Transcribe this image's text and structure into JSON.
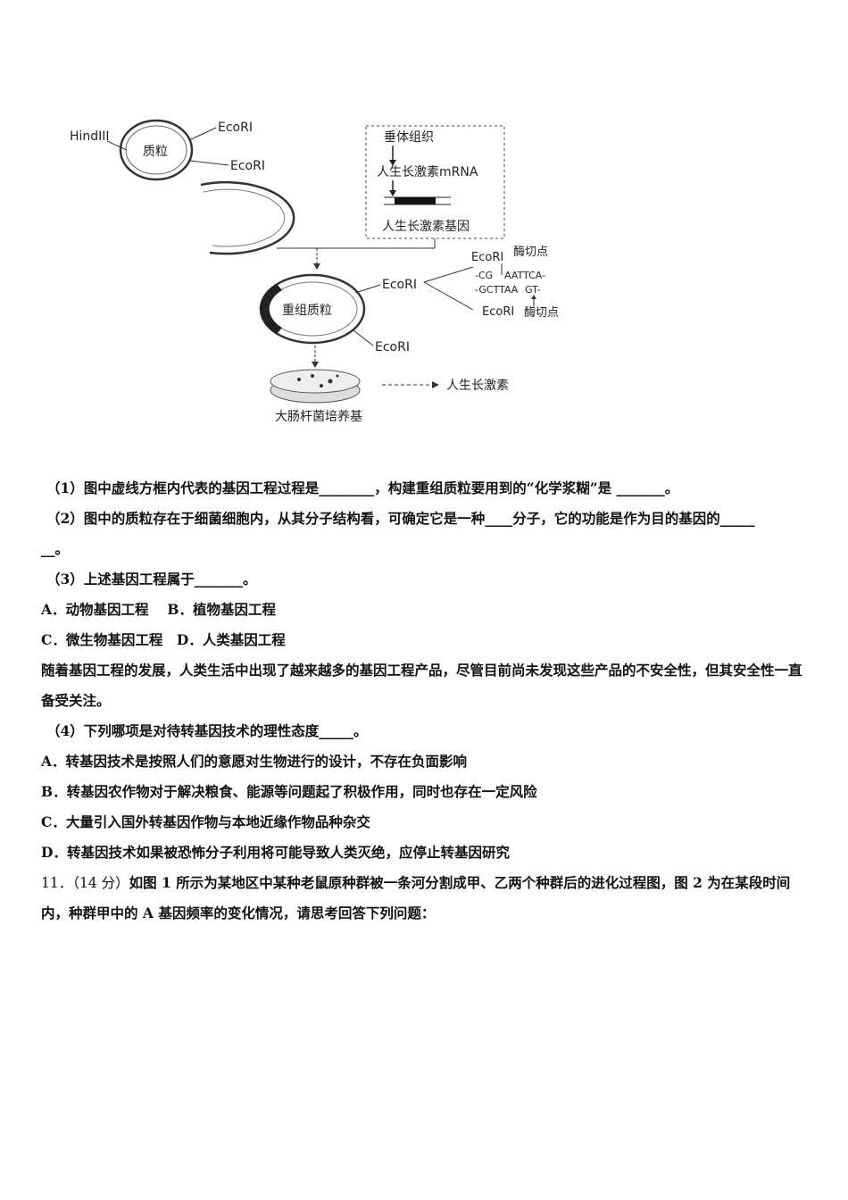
{
  "figure": {
    "plasmid_label": "质粒",
    "hindiii_label": "HindIII",
    "ecori_label_1": "EcoRI",
    "ecori_label_2": "EcoRI",
    "pituitary_label": "垂体组织",
    "mrna_label": "人生长激素mRNA",
    "gene_label": "人生长激素基因",
    "recombinant_label": "重组质粒",
    "ecori_label_3": "EcoRI",
    "ecori_label_4": "EcoRI",
    "ecori_top_label": "EcoRI",
    "ecori_bottom_label": "EcoRI",
    "cut_site_top": "酶切点",
    "cut_site_bottom": "酶切点",
    "seq_top": "-CG",
    "seq_top_2": "AATTCA-",
    "seq_bottom": "-GCTTAA",
    "seq_bottom_2": "GT-",
    "ecoli_label": "大肠杆菌培养基",
    "product_label": "人生长激素"
  },
  "questions": {
    "q1": "（1）图中虚线方框内代表的基因工程过程是________，构建重组质粒要用到的“化学浆糊”是 _______。",
    "q2_a": "（2）图中的质粒存在于细菌细胞内，从其分子结构看，可确定它是一种____分子，它的功能是作为目的基因的_____",
    "q2_b": "__。",
    "q3": "（3）上述基因工程属于_______。",
    "q3_ab": "A．动物基因工程　 B．植物基因工程",
    "q3_cd": "C．微生物基因工程　D．人类基因工程",
    "passage": "随着基因工程的发展，人类生活中出现了越来越多的基因工程产品，尽管目前尚未发现这些产品的不安全性，但其安全性一直备受关注。",
    "q4": "（4）下列哪项是对待转基因技术的理性态度_____。",
    "q4_a": "A．转基因技术是按照人们的意愿对生物进行的设计，不存在负面影响",
    "q4_b": "B．转基因农作物对于解决粮食、能源等问题起了积极作用，同时也存在一定风险",
    "q4_c": "C．大量引入国外转基因作物与本地近缘作物品种杂交",
    "q4_d": "D．转基因技术如果被恐怖分子利用将可能导致人类灭绝，应停止转基因研究",
    "q11_num": "11．（14 分）",
    "q11_text": "如图 1 所示为某地区中某种老鼠原种群被一条河分割成甲、乙两个种群后的进化过程图，图 2 为在某段时间内，种群甲中的 A 基因频率的变化情况，请思考回答下列问题："
  }
}
